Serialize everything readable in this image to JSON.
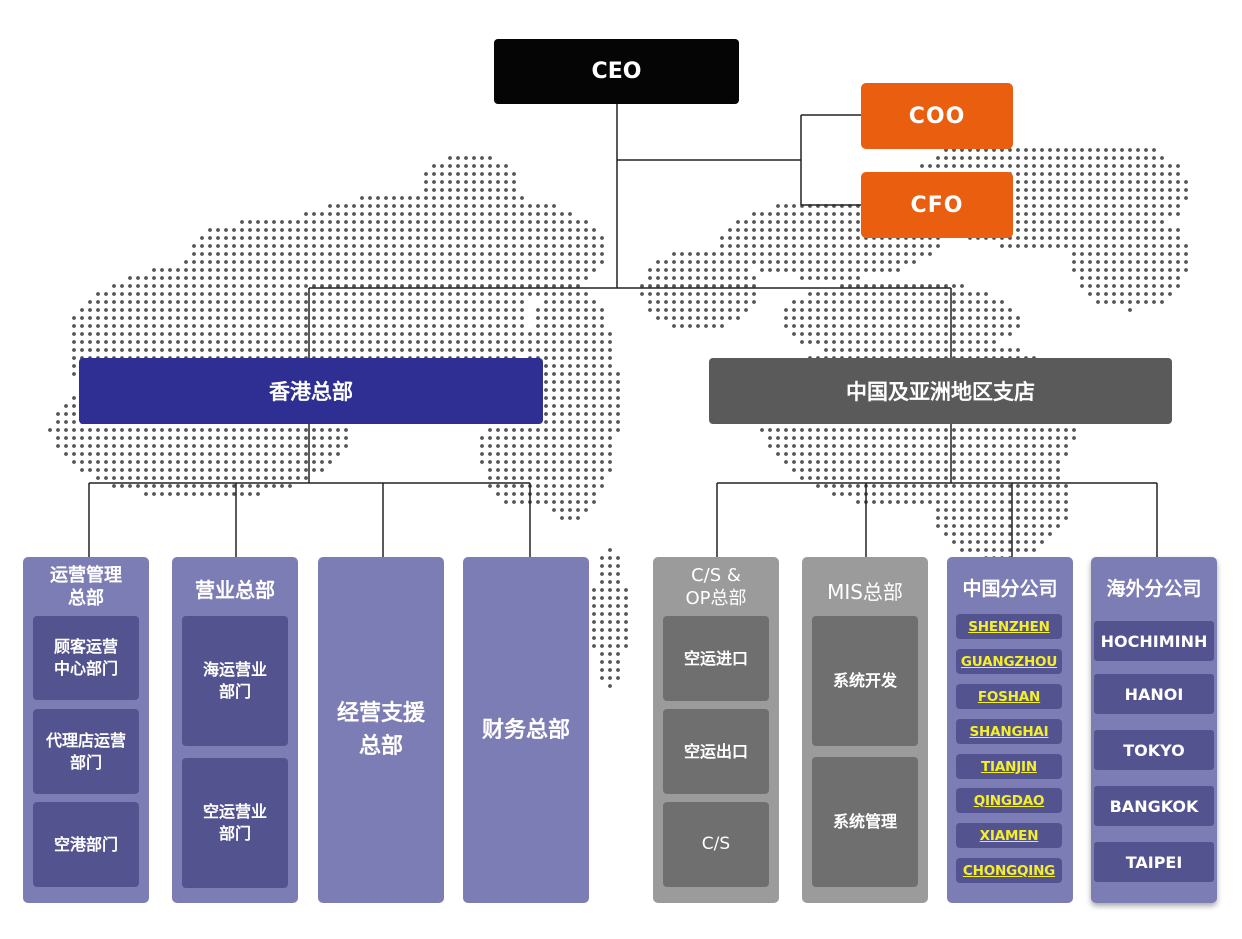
{
  "ceo": "CEO",
  "coo": "COO",
  "cfo": "CFO",
  "hk_hq": "香港总部",
  "cn_asia": "中国及亚洲地区支店",
  "hk_columns": {
    "ops": {
      "title": "运营管理\n总部",
      "subs": [
        "顾客运营\n中心部门",
        "代理店运营\n部门",
        "空港部门"
      ]
    },
    "sales": {
      "title": "营业总部",
      "subs": [
        "海运营业\n部门",
        "空运营业\n部门"
      ]
    },
    "support": {
      "title": "经营支援\n总部"
    },
    "finance": {
      "title": "财务总部"
    }
  },
  "cn_columns": {
    "csop": {
      "title": "C/S &\nOP总部",
      "subs": [
        "空运进口",
        "空运出口",
        "C/S"
      ]
    },
    "mis": {
      "title": "MIS总部",
      "subs": [
        "系统开发",
        "系统管理"
      ]
    },
    "china": {
      "title": "中国分公司",
      "cities": [
        "SHENZHEN",
        "GUANGZHOU",
        "FOSHAN",
        "SHANGHAI",
        "TIANJIN",
        "QINGDAO",
        "XIAMEN",
        "CHONGQING"
      ]
    },
    "overseas": {
      "title": "海外分公司",
      "cities": [
        "HOCHIMINH",
        "HANOI",
        "TOKYO",
        "BANGKOK",
        "TAIPEI"
      ]
    }
  },
  "colors": {
    "ceo": "#050505",
    "exec": "#ea5f0f",
    "hk_region": "#2e2e93",
    "cn_region": "#5a5a5a",
    "column_purple": "#7d7db5",
    "sub_purple": "#53538f",
    "column_gray": "#9b9b9b",
    "sub_gray": "#6f6f6f",
    "city_text": "#f4ef2a"
  }
}
